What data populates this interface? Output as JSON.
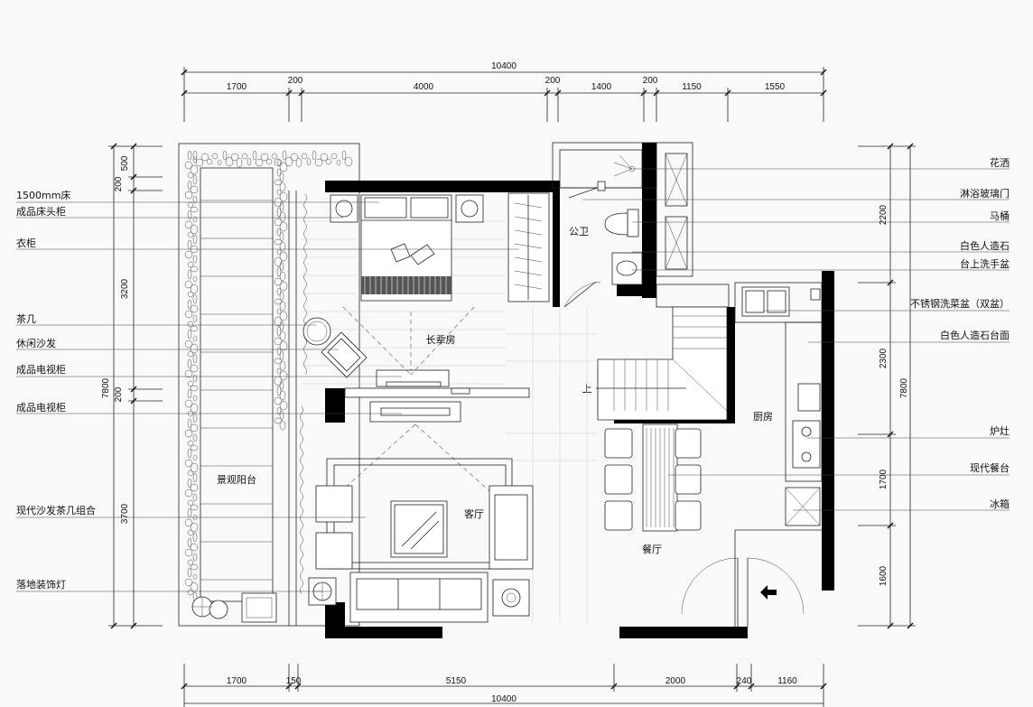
{
  "top_dimensions": {
    "total": "10400",
    "segments": [
      "1700",
      "200",
      "4000",
      "200",
      "1400",
      "200",
      "1150",
      "1550"
    ]
  },
  "bottom_dimensions": {
    "total": "10400",
    "segments": [
      "1700",
      "150",
      "5150",
      "2000",
      "240",
      "1160"
    ]
  },
  "left_dimensions": {
    "total": "7800",
    "segments": [
      "500",
      "200",
      "3200",
      "200",
      "3700"
    ]
  },
  "right_dimensions": {
    "total": "7800",
    "segments": [
      "2200",
      "2300",
      "1700",
      "1600"
    ]
  },
  "left_labels": [
    "1500mm床",
    "成品床头柜",
    "衣柜",
    "茶几",
    "休闲沙发",
    "成品电视柜",
    "成品电视柜",
    "现代沙发茶几组合",
    "落地装饰灯"
  ],
  "right_labels": [
    "花洒",
    "淋浴玻璃门",
    "马桶",
    "白色人造石",
    "台上洗手盆",
    "不锈钢洗菜盆（双盆）",
    "白色人造石台面",
    "炉灶",
    "现代餐台",
    "冰箱"
  ],
  "rooms": {
    "balcony": "景观阳台",
    "master_bedroom": "长辈房",
    "bathroom": "公卫",
    "living_room": "客厅",
    "dining_room": "餐厅",
    "kitchen": "厨房",
    "stair_up": "上"
  }
}
